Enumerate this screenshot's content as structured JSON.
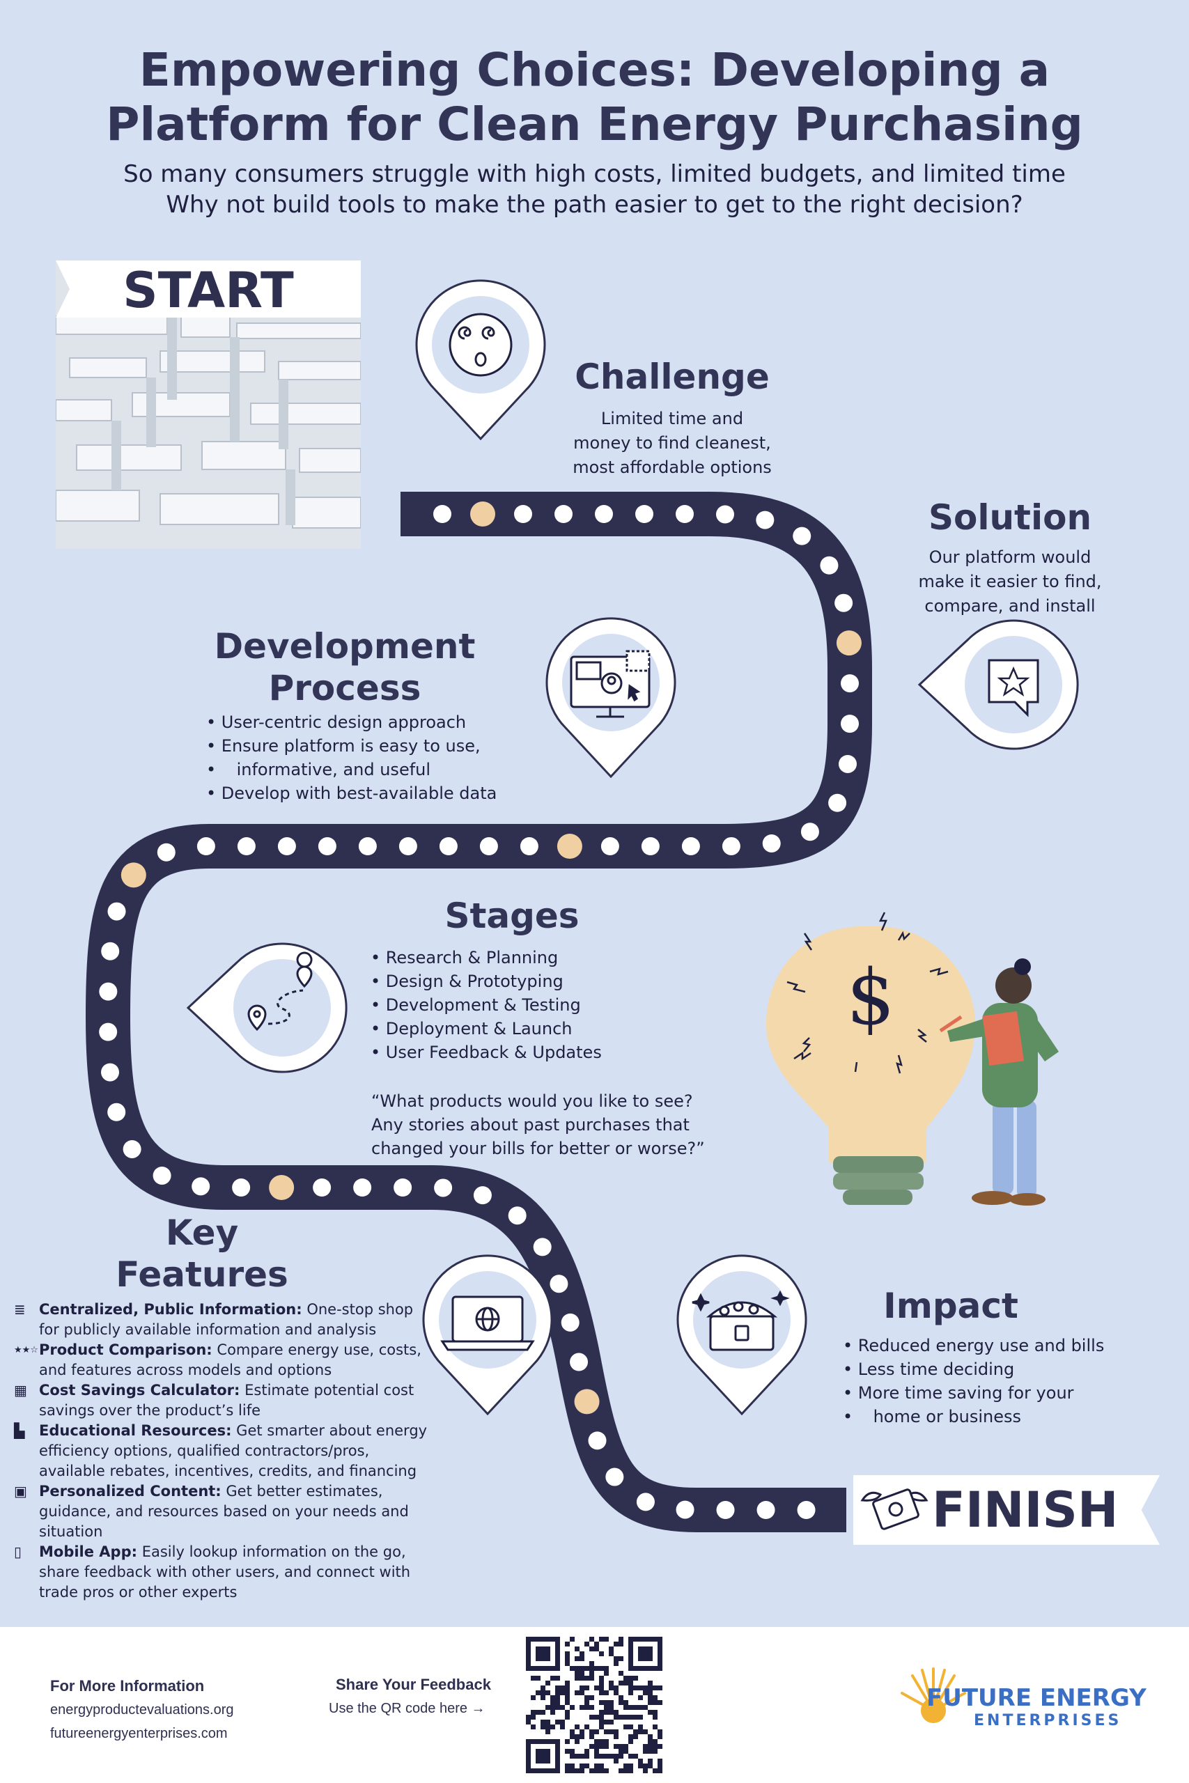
{
  "header": {
    "title_line1": "Empowering Choices: Developing a",
    "title_line2": "Platform for Clean Energy Purchasing",
    "subtitle_line1": "So many consumers struggle with high costs, limited budgets, and limited time",
    "subtitle_line2": "Why not build tools to make the path easier to get to the right decision?"
  },
  "start_label": "START",
  "finish_label": "FINISH",
  "challenge": {
    "title": "Challenge",
    "lines": [
      "Limited time and",
      "money to find cleanest,",
      "most affordable options"
    ],
    "icon": "dizzy-face-icon"
  },
  "solution": {
    "title": "Solution",
    "lines": [
      "Our platform would",
      "make it easier to find,",
      "compare, and install"
    ],
    "icon": "star-speech-bubble-icon"
  },
  "development": {
    "title_line1": "Development",
    "title_line2": "Process",
    "bullets": [
      "User-centric design approach",
      "Ensure platform is easy to use,",
      "informative, and useful",
      "Develop with best-available data"
    ],
    "icon": "monitor-user-icon"
  },
  "stages": {
    "title": "Stages",
    "bullets": [
      "Research & Planning",
      "Design & Prototyping",
      "Development & Testing",
      "Deployment & Launch",
      "User Feedback & Updates"
    ],
    "quote_lines": [
      "“What products would you like to see?",
      "Any stories about past purchases that",
      "changed your bills for better or worse?”"
    ],
    "icon": "route-map-icon"
  },
  "key_features": {
    "title_line1": "Key",
    "title_line2": "Features",
    "items": [
      {
        "icon": "database-icon",
        "name": "Centralized, Public Information:",
        "text": "One-stop shop for publicly available information and analysis"
      },
      {
        "icon": "three-stars-icon",
        "name": "Product Comparison:",
        "text": "Compare energy use, costs, and features across models and options"
      },
      {
        "icon": "calculator-icon",
        "name": "Cost Savings Calculator:",
        "text": "Estimate potential cost savings over the product’s life"
      },
      {
        "icon": "bar-chart-icon",
        "name": "Educational Resources:",
        "text": "Get smarter about energy efficiency options, qualified contractors/pros, available rebates, incentives, credits, and financing"
      },
      {
        "icon": "profile-card-icon",
        "name": "Personalized Content:",
        "text": "Get better estimates, guidance, and resources based on your needs and situation"
      },
      {
        "icon": "smartphone-icon",
        "name": "Mobile App:",
        "text": "Easily lookup information on the go, share feedback with other users, and connect with trade pros or other experts"
      }
    ],
    "icon": "laptop-globe-icon"
  },
  "impact": {
    "title": "Impact",
    "bullets": [
      "Reduced energy use and bills",
      "Less time deciding",
      "More time saving for your",
      "home or business"
    ],
    "icon": "treasure-chest-icon"
  },
  "footer": {
    "info_heading": "For More Information",
    "link1": "energyproductevaluations.org",
    "link2": "futureenergyenterprises.com",
    "feedback_heading": "Share Your Feedback",
    "feedback_text": "Use the QR code here →",
    "logo_line1": "FUTURE ENERGY",
    "logo_line2": "ENTERPRISES"
  },
  "colors": {
    "background": "#d5e0f3",
    "path": "#2f3050",
    "path_dot": "#ffffff",
    "path_accent_dot": "#f0cfa3",
    "title_text": "#333557",
    "logo_blue": "#3a6fc4",
    "logo_sun": "#f2b233"
  }
}
